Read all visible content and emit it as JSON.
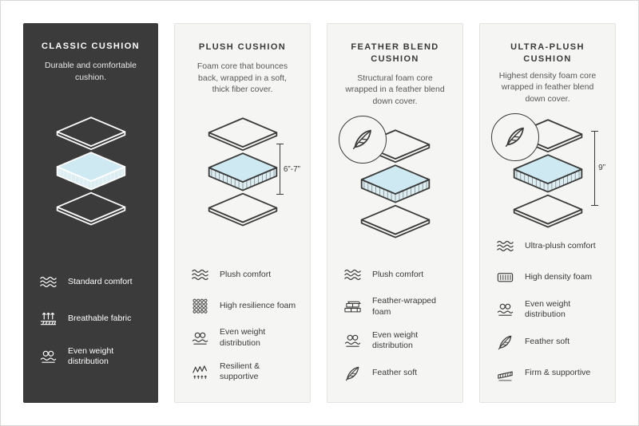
{
  "colors": {
    "dark_card_bg": "#3b3b3b",
    "light_card_bg": "#f5f5f3",
    "light_card_border": "#e3e3e0",
    "cushion_top_fill": "#cfe9f2",
    "cushion_side_fill": "#ddeef3",
    "outline_dark": "#3a3a3a",
    "outline_light": "#ffffff"
  },
  "cards": [
    {
      "id": "classic",
      "theme": "dark",
      "title": "Classic Cushion",
      "description": "Durable and comfortable cushion.",
      "features": [
        {
          "icon": "wave-icon",
          "icon_ref": "#i-wave",
          "label": "Standard comfort"
        },
        {
          "icon": "breathable-icon",
          "icon_ref": "#i-breathe",
          "label": "Breathable fabric"
        },
        {
          "icon": "weight-distribution-icon",
          "icon_ref": "#i-weight",
          "label": "Even weight distribution"
        }
      ]
    },
    {
      "id": "plush",
      "theme": "light",
      "title": "Plush Cushion",
      "description": "Foam core that bounces back, wrapped in a soft, thick fiber cover.",
      "measurement": "6”-7”",
      "features": [
        {
          "icon": "wave-icon",
          "icon_ref": "#i-wave",
          "label": "Plush comfort"
        },
        {
          "icon": "foam-grid-icon",
          "icon_ref": "#i-foamgrid",
          "label": "High resilience foam"
        },
        {
          "icon": "weight-distribution-icon",
          "icon_ref": "#i-weight",
          "label": "Even weight distribution"
        },
        {
          "icon": "spring-icon",
          "icon_ref": "#i-spring",
          "label": "Resilient & supportive"
        }
      ]
    },
    {
      "id": "feather-blend",
      "theme": "light",
      "title": "Feather Blend Cushion",
      "description": "Structural foam core wrapped in a feather blend down cover.",
      "has_feather_callout": true,
      "features": [
        {
          "icon": "wave-icon",
          "icon_ref": "#i-wave",
          "label": "Plush comfort"
        },
        {
          "icon": "brick-foam-icon",
          "icon_ref": "#i-brick",
          "label": "Feather-wrapped foam"
        },
        {
          "icon": "weight-distribution-icon",
          "icon_ref": "#i-weight",
          "label": "Even weight distribution"
        },
        {
          "icon": "feather-icon",
          "icon_ref": "#i-feather",
          "label": "Feather soft"
        }
      ]
    },
    {
      "id": "ultra-plush",
      "theme": "light",
      "title": "Ultra-Plush Cushion",
      "description": "Highest density foam core wrapped in feather blend down cover.",
      "measurement": "9”",
      "has_feather_callout": true,
      "features": [
        {
          "icon": "wave-icon",
          "icon_ref": "#i-wave",
          "label": "Ultra-plush comfort"
        },
        {
          "icon": "density-foam-icon",
          "icon_ref": "#i-density",
          "label": "High density foam"
        },
        {
          "icon": "weight-distribution-icon",
          "icon_ref": "#i-weight",
          "label": "Even weight distribution"
        },
        {
          "icon": "feather-icon",
          "icon_ref": "#i-feather",
          "label": "Feather soft"
        },
        {
          "icon": "firm-support-icon",
          "icon_ref": "#i-firm",
          "label": "Firm & supportive"
        }
      ]
    }
  ]
}
